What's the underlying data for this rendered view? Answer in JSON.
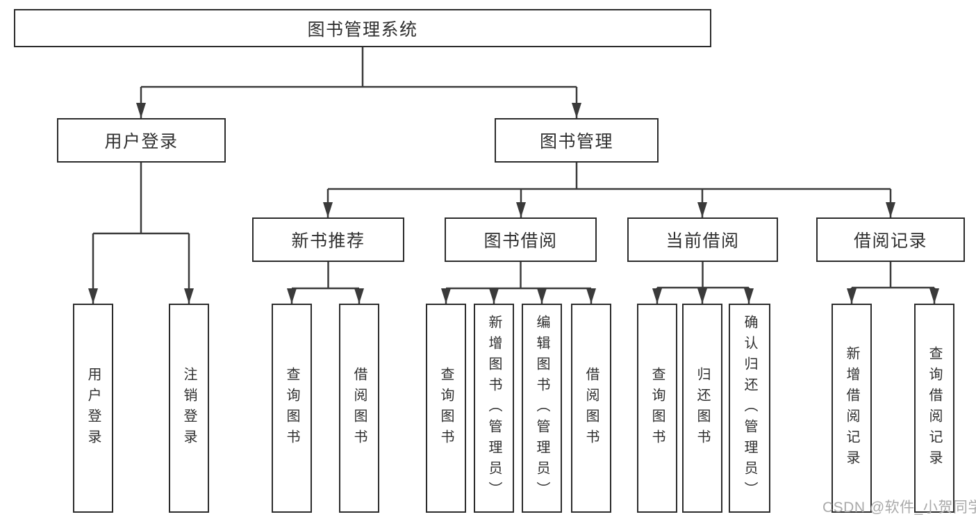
{
  "title": "图书管理系统",
  "tree": {
    "label": "图书管理系统",
    "children": [
      {
        "label": "用户登录",
        "children": [
          {
            "label": "用户登录"
          },
          {
            "label": "注销登录"
          }
        ]
      },
      {
        "label": "图书管理",
        "children": [
          {
            "label": "新书推荐",
            "children": [
              {
                "label": "查询图书"
              },
              {
                "label": "借阅图书"
              }
            ]
          },
          {
            "label": "图书借阅",
            "children": [
              {
                "label": "查询图书"
              },
              {
                "label": "新增图书（管理员）"
              },
              {
                "label": "编辑图书（管理员）"
              },
              {
                "label": "借阅图书"
              }
            ]
          },
          {
            "label": "当前借阅",
            "children": [
              {
                "label": "查询图书"
              },
              {
                "label": "归还图书"
              },
              {
                "label": "确认归还（管理员）"
              }
            ]
          },
          {
            "label": "借阅记录",
            "children": [
              {
                "label": "新增借阅记录"
              },
              {
                "label": "查询借阅记录"
              }
            ]
          }
        ]
      }
    ]
  },
  "watermark": {
    "text": "CSDN @软件_小贺同学"
  },
  "colors": {
    "background": "#ffffff",
    "box_border": "#2b2b2b",
    "connector_line": "#3a3a3a",
    "text": "#2f2f2f",
    "watermark_text": "#a9a9a9"
  }
}
